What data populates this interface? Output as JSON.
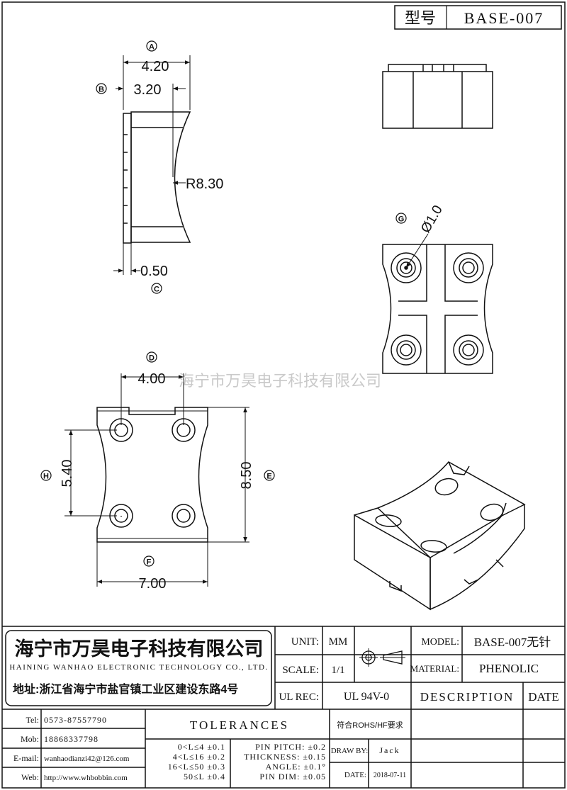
{
  "title_box": {
    "label": "型号",
    "value": "BASE-007"
  },
  "side_view": {
    "dim_a": "4.20",
    "dim_b": "3.20",
    "radius": "R8.30",
    "dim_c": "0.50",
    "markers": {
      "a": "A",
      "b": "B",
      "c": "C"
    }
  },
  "top_view": {
    "dim_d": "4.00",
    "dim_e": "8.50",
    "dim_h": "5.40",
    "dim_f": "7.00",
    "markers": {
      "d": "D",
      "e": "E",
      "f": "F",
      "h": "H"
    }
  },
  "bottom_view": {
    "dim_g": "Ø1.0",
    "marker_g": "G"
  },
  "watermark": "海宁市万昊电子科技有限公司",
  "company": {
    "name_cn": "海宁市万昊电子科技有限公司",
    "name_en": "HAINING WANHAO ELECTRONIC TECHNOLOGY CO., LTD.",
    "address": "地址:浙江省海宁市盐官镇工业区建设东路4号"
  },
  "contacts": [
    {
      "label": "Tel:",
      "value": "0573-87557790"
    },
    {
      "label": "Mob:",
      "value": "18868337798"
    },
    {
      "label": "E-mail:",
      "value": "wanhaodianzi42@126.com"
    },
    {
      "label": "Web:",
      "value": "http://www.whbobbin.com"
    }
  ],
  "specs": {
    "unit_label": "UNIT:",
    "unit_value": "MM",
    "scale_label": "SCALE:",
    "scale_value": "1/1",
    "ul_label": "UL REC:",
    "ul_value": "UL 94V-0",
    "model_label": "MODEL:",
    "model_value": "BASE-007无针",
    "material_label": "MATERIAL:",
    "material_value": "PHENOLIC",
    "description_label": "DESCRIPTION",
    "date_label": "DATE"
  },
  "tolerances": {
    "title": "TOLERANCES",
    "rohs": "符合ROHS/HF要求",
    "ranges": [
      "0<L≤4 ±0.1",
      "4<L≤16 ±0.2",
      "16<L≤50 ±0.3",
      "50≤L ±0.4"
    ],
    "pins": [
      "PIN PITCH: ±0.2",
      "THICKNESS: ±0.15",
      "ANGLE: ±0.1°",
      "PIN DIM: ±0.05"
    ]
  },
  "draw": {
    "label": "DRAW BY:",
    "value": "Jack"
  },
  "date": {
    "label": "DATE:",
    "value": "2018-07-11"
  }
}
